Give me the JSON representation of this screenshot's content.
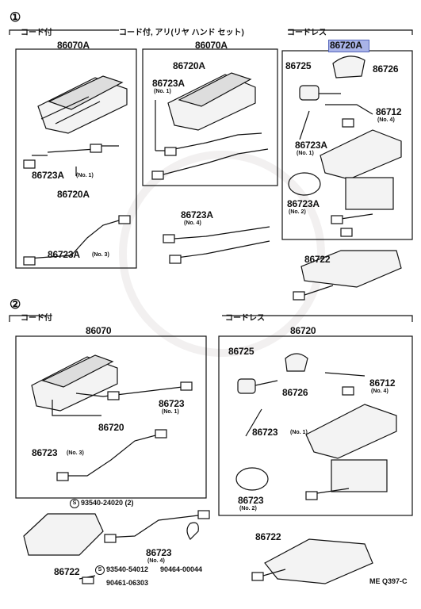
{
  "section1": {
    "marker": "①",
    "header_left": "コード付",
    "header_mid": "コード付, アリ(リヤ ハンド セット)",
    "header_right": "コードレス",
    "parts": {
      "p86070A_left": "86070A",
      "p86070A_mid": "86070A",
      "p86720A_top": "86720A",
      "p86720A_highlight": "86720A",
      "p86720A_mid": "86720A",
      "p86723A_no1_left": "86723A",
      "p86723A_no1_left_note": "(No. 1)",
      "p86720A_left_bottom": "86720A",
      "p86723A_no3": "86723A",
      "p86723A_no3_note": "(No. 3)",
      "p86723A_no1_mid": "86723A",
      "p86723A_no1_mid_note": "(No. 1)",
      "p86723A_no4": "86723A",
      "p86723A_no4_note": "(No. 4)",
      "p86725": "86725",
      "p86726": "86726",
      "p86712": "86712",
      "p86712_note": "(No. 4)",
      "p86723A_no1_right": "86723A",
      "p86723A_no1_right_note": "(No. 1)",
      "p86723A_no2": "86723A",
      "p86723A_no2_note": "(No. 2)",
      "p86722": "86722"
    }
  },
  "section2": {
    "marker": "②",
    "header_left": "コード付",
    "header_right": "コードレス",
    "parts": {
      "p86070": "86070",
      "p86723_no1": "86723",
      "p86723_no1_note": "(No. 1)",
      "p86720_left": "86720",
      "p86723_no3": "86723",
      "p86723_no3_note": "(No. 3)",
      "p86720_right": "86720",
      "p86725": "86725",
      "p86726": "86726",
      "p86712": "86712",
      "p86712_note": "(No. 4)",
      "p86723_no1_right": "86723",
      "p86723_no1_right_note": "(No. 1)",
      "p86723_no2": "86723",
      "p86723_no2_note": "(No. 2)",
      "p86723_no4": "86723",
      "p86723_no4_note": "(No. 4)",
      "screw1": "93540-24020 (2)",
      "screw2": "93540-54012",
      "clip": "90464-00044",
      "pin": "90461-06303",
      "s_mark": "S",
      "p86722_left": "86722",
      "p86722_right": "86722"
    }
  },
  "footer_code": "ME Q397-C"
}
